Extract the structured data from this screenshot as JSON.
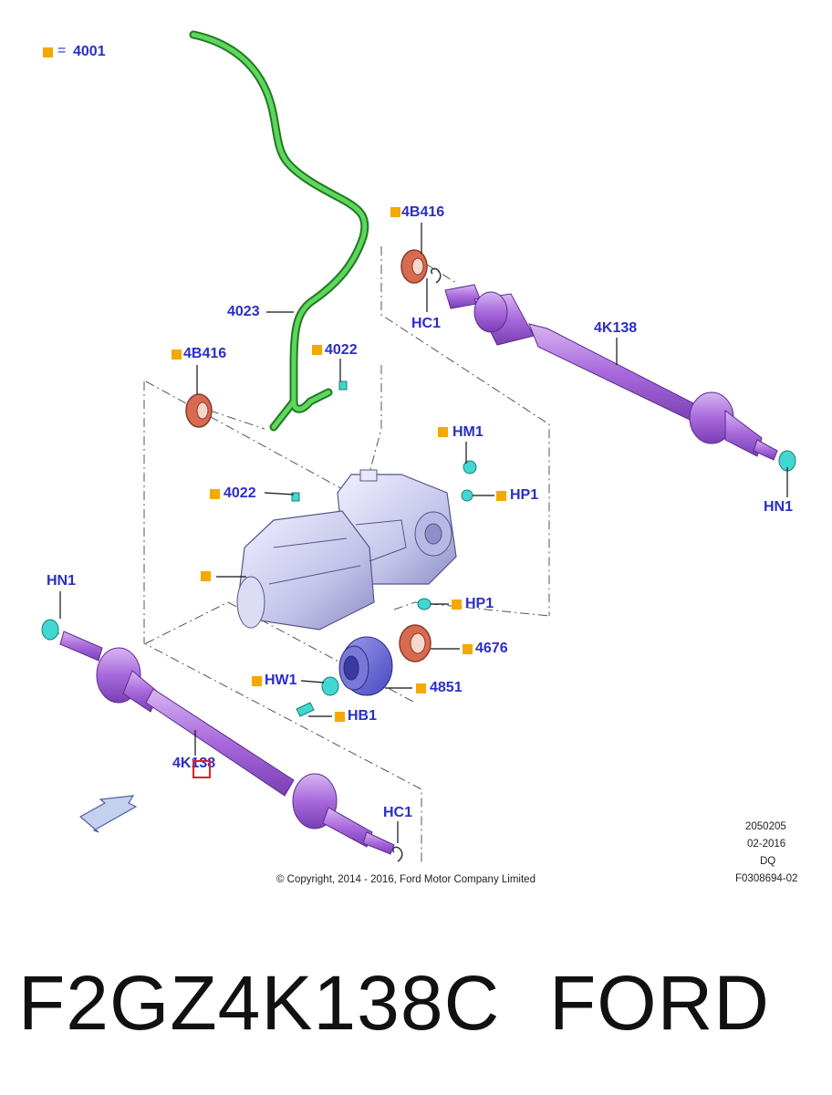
{
  "legend": {
    "symbol_meaning": "=",
    "code": "4001"
  },
  "callouts": {
    "c_4B416_right": "4B416",
    "c_HC1_top": "HC1",
    "c_4K138_right": "4K138",
    "c_HN1_right": "HN1",
    "c_4023": "4023",
    "c_4022_upper": "4022",
    "c_4B416_left": "4B416",
    "c_HM1": "HM1",
    "c_4022_lower": "4022",
    "c_HP1_upper": "HP1",
    "c_HN1_left": "HN1",
    "c_HP1_lower": "HP1",
    "c_4676": "4676",
    "c_HW1": "HW1",
    "c_4851": "4851",
    "c_HB1": "HB1",
    "c_4K138_left": "4K138",
    "c_HC1_bottom": "HC1"
  },
  "info_block": {
    "line1": "2050205",
    "line2": "02-2016",
    "line3": "DQ",
    "line4": "F0308694-02"
  },
  "copyright": "© Copyright, 2014 - 2016, Ford Motor Company Limited",
  "part_number": "F2GZ4K138C",
  "brand": "FORD",
  "colors": {
    "label_blue": "#2a2ec8",
    "marker_orange": "#f5a800",
    "hose_green": "#3cb83c",
    "shaft_purple": "#a060d8",
    "seal_red": "#d86a50",
    "fastener_cyan": "#40d8d0",
    "housing_lavender": "#c8c8f0",
    "highlight_red": "#e02020"
  }
}
